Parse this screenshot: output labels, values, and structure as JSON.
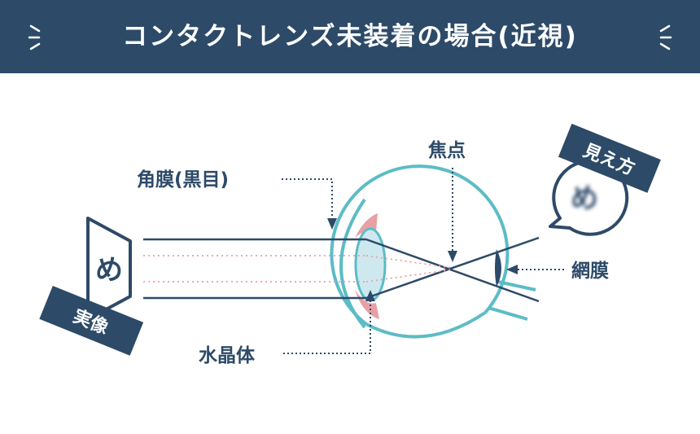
{
  "header": {
    "title": "コンタクトレンズ未装着の場合(近視)"
  },
  "labels": {
    "cornea": "角膜(黒目)",
    "focal_point": "焦点",
    "retina": "網膜",
    "lens": "水晶体",
    "appearance": "見え方",
    "real_image": "実像"
  },
  "object_glyph": "め",
  "perceived_glyph": "め",
  "colors": {
    "navy": "#2d4a68",
    "teal": "#5cbcc6",
    "pink": "#e8a0a5",
    "lens_fill": "#cde9ef"
  }
}
